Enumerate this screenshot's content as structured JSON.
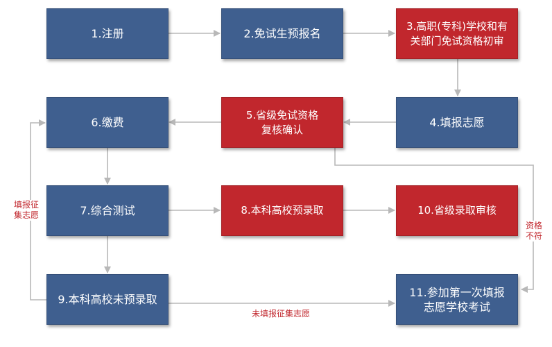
{
  "nodes": {
    "n1": "1.注册",
    "n2": "2.免试生预报名",
    "n3": "3.高职(专科)学校和有\n关部门免试资格初审",
    "n4": "4.填报志愿",
    "n5": "5.省级免试资格\n复核确认",
    "n6": "6.缴费",
    "n7": "7.综合测试",
    "n8": "8.本科高校预录取",
    "n9": "9.本科高校未预录取",
    "n10": "10.省级录取审核",
    "n11": "11.参加第一次填报\n志愿学校考试"
  },
  "labels": {
    "fill_collect": "填报征\n集志愿",
    "not_qualified": "资格\n不符",
    "not_filled": "未填报征集志愿"
  },
  "colors": {
    "blue": "#3f5f8f",
    "red": "#c1272d",
    "connector": "#b8b8b8"
  }
}
